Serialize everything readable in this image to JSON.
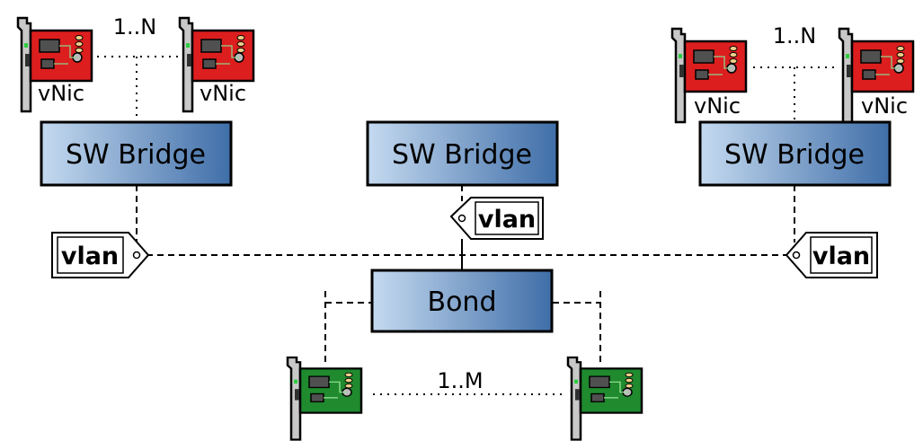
{
  "bridges": [
    {
      "label": "SW Bridge"
    },
    {
      "label": "SW Bridge"
    },
    {
      "label": "SW Bridge"
    }
  ],
  "bond": {
    "label": "Bond"
  },
  "vlans": [
    {
      "label": "vlan"
    },
    {
      "label": "vlan"
    },
    {
      "label": "vlan"
    }
  ],
  "vnic_groups": [
    {
      "count_label": "1..N",
      "nic_labels": [
        "vNic",
        "vNic"
      ]
    },
    {
      "count_label": "1..N",
      "nic_labels": [
        "vNic",
        "vNic"
      ]
    }
  ],
  "physical_nics": {
    "count_label": "1..M"
  },
  "colors": {
    "box_gradient_start": "#c5daf0",
    "box_gradient_end": "#3f6ea8",
    "vnic_board": "#dd1e1e",
    "physical_board": "#1f8a2e",
    "chip": "#505050",
    "bracket": "#c8c8c8"
  }
}
